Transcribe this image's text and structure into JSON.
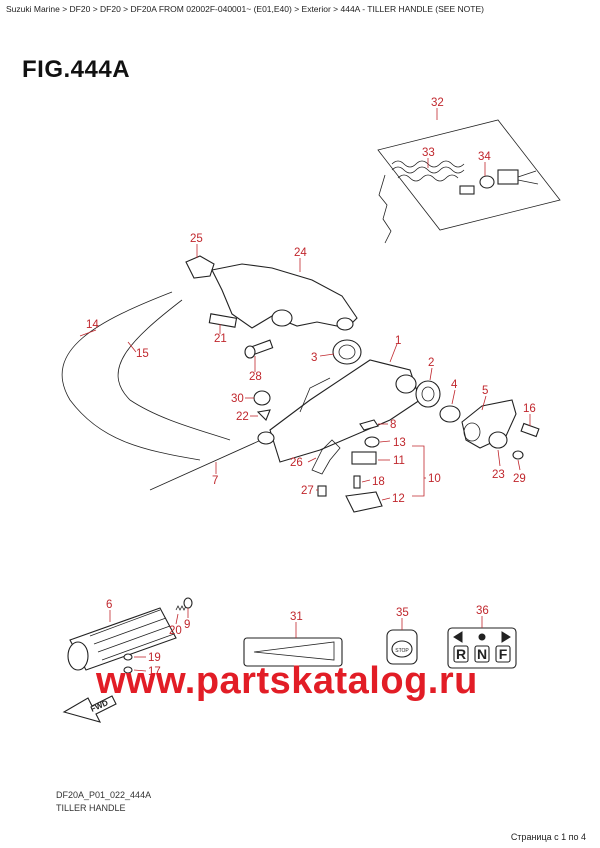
{
  "breadcrumb": "Suzuki Marine > DF20 > DF20 > DF20A FROM 02002F-040001~ (E01,E40) > Exterior > 444A - TILLER HANDLE (SEE NOTE)",
  "figure_title": "FIG.444A",
  "callouts": {
    "c1": "1",
    "c2": "2",
    "c3": "3",
    "c4": "4",
    "c5": "5",
    "c6": "6",
    "c7": "7",
    "c8": "8",
    "c9": "9",
    "c10": "10",
    "c11": "11",
    "c12": "12",
    "c13": "13",
    "c14": "14",
    "c15": "15",
    "c16": "16",
    "c17": "17",
    "c18": "18",
    "c19": "19",
    "c20": "20",
    "c21": "21",
    "c22": "22",
    "c23": "23",
    "c24": "24",
    "c25": "25",
    "c26": "26",
    "c27": "27",
    "c28": "28",
    "c29": "29",
    "c30": "30",
    "c31": "31",
    "c32": "32",
    "c33": "33",
    "c34": "34",
    "c35": "35",
    "c36": "36"
  },
  "stop_label": "STOP",
  "shift_label": {
    "r": "R",
    "n": "N",
    "f": "F"
  },
  "fwd_label": "FWD",
  "watermark": "www.partskatalog.ru",
  "footer_code": "DF20A_P01_022_444A",
  "footer_name": "TILLER HANDLE",
  "page_number": "Страница с 1 по 4"
}
